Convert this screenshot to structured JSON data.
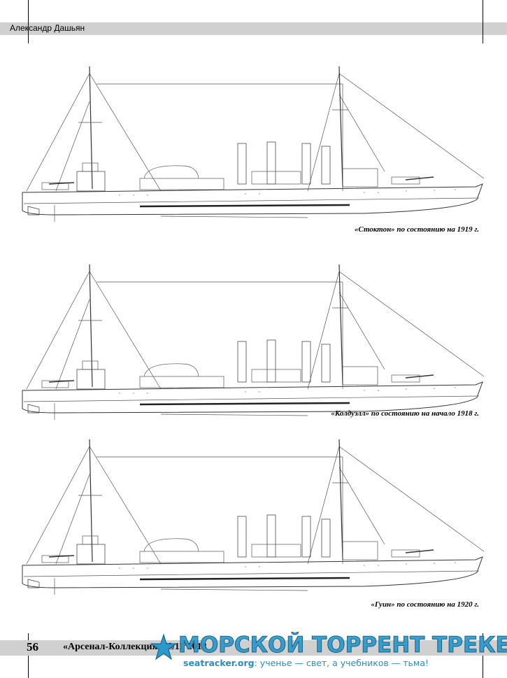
{
  "header": {
    "author": "Александр Дашьян"
  },
  "drawings": [
    {
      "caption": "«Стоктон» по состоянию на 1919 г."
    },
    {
      "caption": "«Колдуэлл» по состоянию на начало 1918 г."
    },
    {
      "caption": "«Гуин» по состоянию на 1920 г."
    }
  ],
  "footer": {
    "page_number": "56",
    "journal": "«Арсенал-Коллекция» №11’2018"
  },
  "watermark": {
    "title": "МОРСКОЙ ТОРРЕНТ ТРЕКЕР",
    "site": "seatracker.org",
    "slogan": ": ученье — свет, а учебников — тьма!"
  },
  "colors": {
    "header_bar": "#d0d0d0",
    "watermark": "#2a98c9"
  }
}
